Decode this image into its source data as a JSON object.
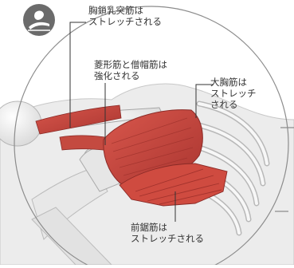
{
  "labels": {
    "scm": "胸鎖乳突筋は\nストレッチされる",
    "rhomboid": "菱形筋と僧帽筋は\n強化される",
    "pectoralis": "大胸筋は\nストレッチ\nされる",
    "serratus": "前鋸筋は\nストレッチされる"
  },
  "colors": {
    "muscle": "#c9453c",
    "muscle_dark": "#9e2e2a",
    "bone": "#f2f2f2",
    "outline": "#9a9a9a",
    "leader_line": "#333333",
    "logo_bg": "#6b6b6b"
  },
  "icons": {
    "logo": "reclining-figure-logo-icon"
  }
}
